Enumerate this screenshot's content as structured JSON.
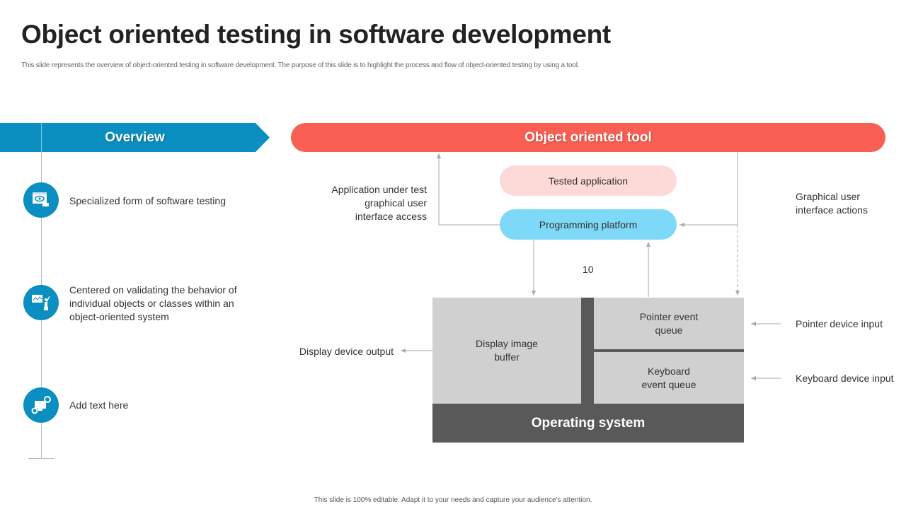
{
  "title": "Object oriented testing in software development",
  "subtitle": "This slide represents the overview of object-oriented testing in software development. The purpose of this slide is to highlight the process and flow of object-oriented testing by using a tool.",
  "overview": {
    "header": "Overview",
    "items": [
      {
        "icon": "web-inspect-icon",
        "text": "Specialized form of software testing"
      },
      {
        "icon": "presentation-icon",
        "text": "Centered on validating the behavior of individual objects or classes within an object-oriented system"
      },
      {
        "icon": "computer-settings-icon",
        "text": "Add text here"
      }
    ]
  },
  "diagram": {
    "tool": "Object oriented tool",
    "tested_application": "Tested application",
    "programming_platform": "Programming platform",
    "gui_access": "Application under test graphical user interface access",
    "gui_actions": "Graphical user interface actions",
    "number": "10",
    "display_buffer": "Display image buffer",
    "pointer_queue": "Pointer event queue",
    "keyboard_queue": "Keyboard event queue",
    "operating_system": "Operating system",
    "display_output": "Display device output",
    "pointer_input": "Pointer device input",
    "keyboard_input": "Keyboard device input"
  },
  "footer": "This slide is 100% editable. Adapt it to your needs and capture your audience's attention.",
  "colors": {
    "blue": "#0b8fc0",
    "red": "#f95f52",
    "pink": "#fdd9d7",
    "cyan": "#7dd9f7",
    "dark": "#595959",
    "grey": "#d0d0d0"
  }
}
